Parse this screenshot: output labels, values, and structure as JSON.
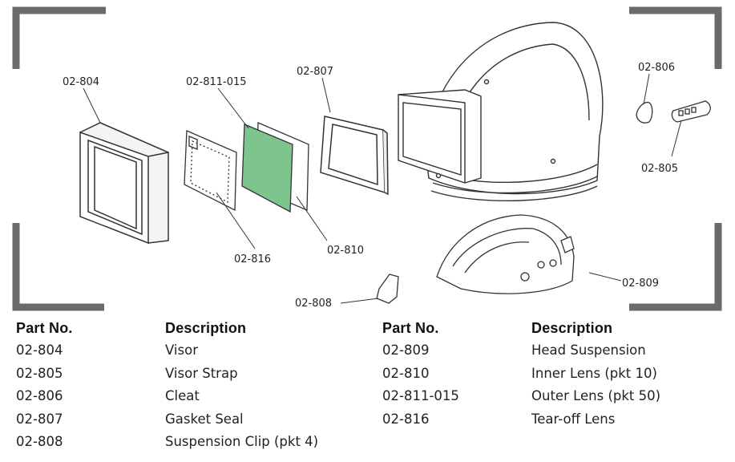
{
  "callouts": {
    "visor": "02-804",
    "outer_lens": "02-811-015",
    "gasket": "02-807",
    "cleat": "02-806",
    "strap": "02-805",
    "tearoff": "02-816",
    "inner_lens": "02-810",
    "suspension": "02-809",
    "clip": "02-808"
  },
  "table": {
    "headers": {
      "part_no": "Part No.",
      "description": "Description"
    },
    "left": [
      {
        "part": "02-804",
        "desc": "Visor"
      },
      {
        "part": "02-805",
        "desc": "Visor Strap"
      },
      {
        "part": "02-806",
        "desc": "Cleat"
      },
      {
        "part": "02-807",
        "desc": "Gasket Seal"
      },
      {
        "part": "02-808",
        "desc": "Suspension Clip (pkt 4)"
      }
    ],
    "right": [
      {
        "part": "02-809",
        "desc": "Head Suspension"
      },
      {
        "part": "02-810",
        "desc": "Inner Lens (pkt 10)"
      },
      {
        "part": "02-811-015",
        "desc": "Outer Lens (pkt 50)"
      },
      {
        "part": "02-816",
        "desc": "Tear-off Lens"
      }
    ]
  },
  "colors": {
    "frame": "#6b6b6b",
    "lens_green": "#7dc48d",
    "line": "#333333"
  }
}
